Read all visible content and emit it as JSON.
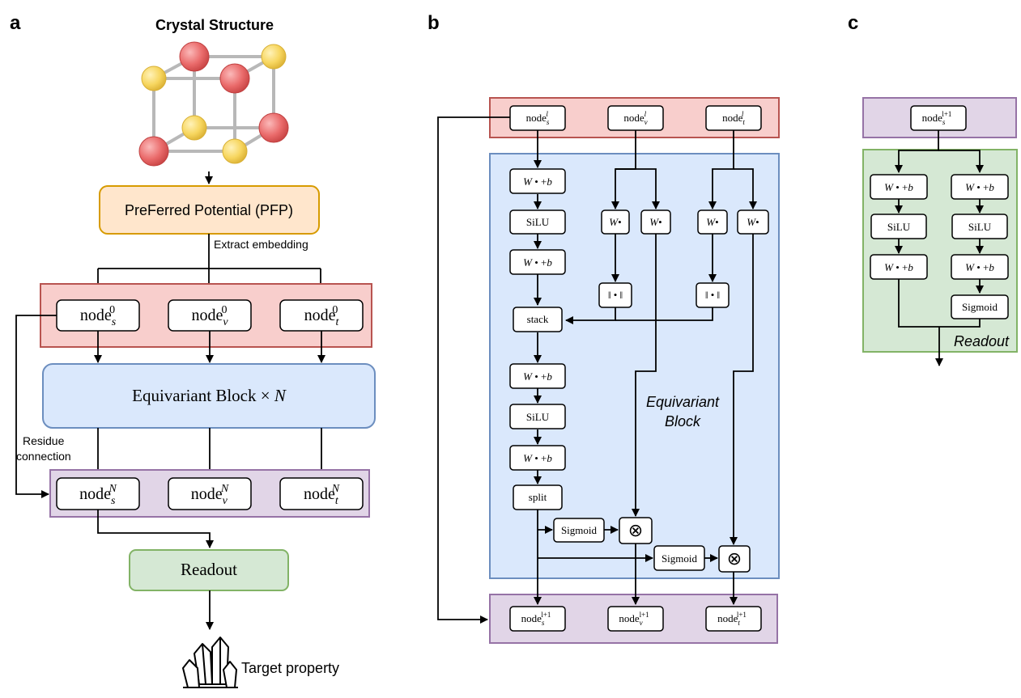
{
  "panels": {
    "a": "a",
    "b": "b",
    "c": "c"
  },
  "panel_a": {
    "crystal_title": "Crystal Structure",
    "pfp_label": "PreFerred Potential (PFP)",
    "extract_label": "Extract embedding",
    "node_base": "node",
    "sub_s": "s",
    "sub_v": "v",
    "sub_t": "t",
    "sup_0": "0",
    "sup_N": "N",
    "equivariant_label": "Equivariant Block × ",
    "equivariant_N": "N",
    "residue_line1": "Residue",
    "residue_line2": "connection",
    "readout_label": "Readout",
    "target_label": "Target property"
  },
  "panel_b": {
    "node_base": "node",
    "sup_l": "l",
    "sup_l1": "l+1",
    "sub_s": "s",
    "sub_v": "v",
    "sub_t": "t",
    "linear_W": "W",
    "linear_rest": " • +",
    "linear_b": "b",
    "weight_rest": "•",
    "silu": "SiLU",
    "norm": "‖ • ‖",
    "stack": "stack",
    "split": "split",
    "sigmoid": "Sigmoid",
    "otimes": "⊗",
    "block_label_line1": "Equivariant",
    "block_label_line2": "Block"
  },
  "panel_c": {
    "node_base": "node",
    "sup_l1": "l+1",
    "sub_s": "s",
    "linear_W": "W",
    "linear_rest": " • +",
    "linear_b": "b",
    "silu": "SiLU",
    "sigmoid": "Sigmoid",
    "readout_label": "Readout"
  },
  "colors": {
    "red_fill": "#f8cecc",
    "red_stroke": "#b85450",
    "purple_fill": "#e1d5e7",
    "purple_stroke": "#9673a6",
    "blue_fill": "#dae8fc",
    "blue_stroke": "#6c8ebf",
    "green_fill": "#d5e8d4",
    "green_stroke": "#82b366",
    "orange_fill": "#ffe6cc",
    "orange_stroke": "#d79b00",
    "atom_red": "#ea6b6b",
    "atom_yellow": "#f7d65f"
  },
  "icons": {
    "target": "crystal-cluster-icon"
  }
}
